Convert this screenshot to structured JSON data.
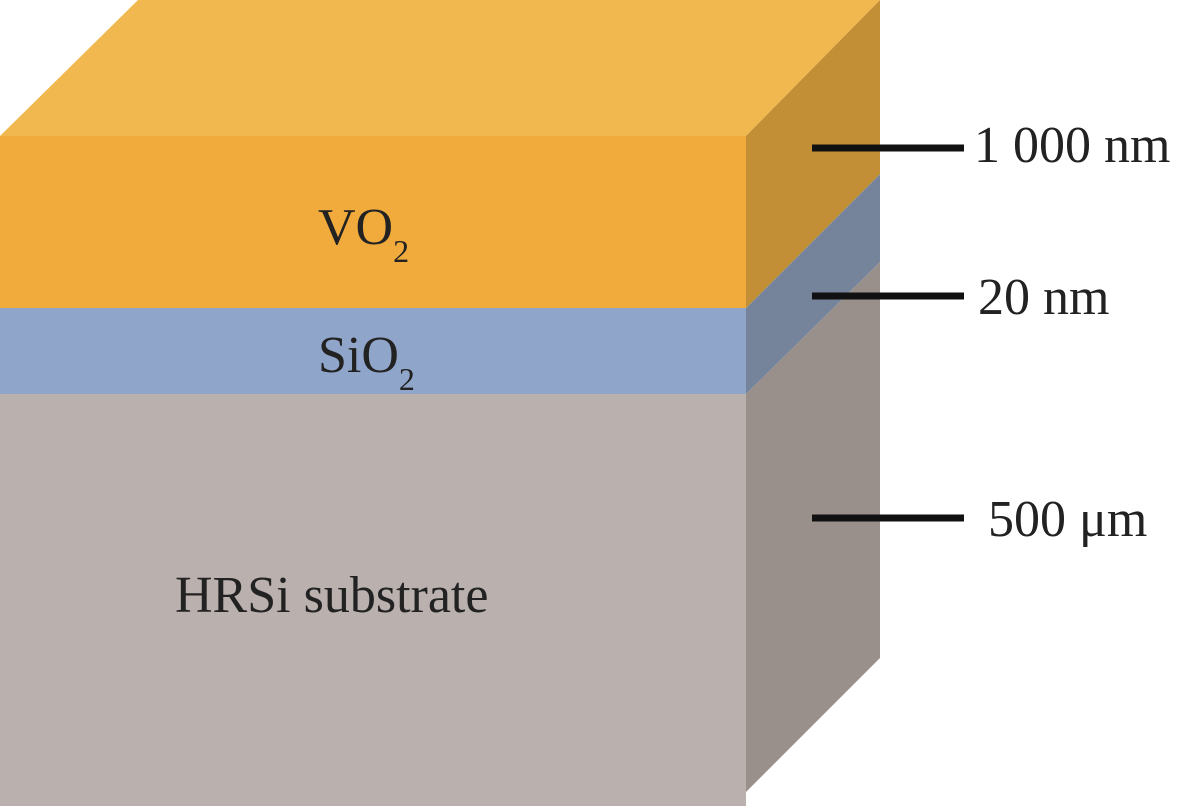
{
  "layers": [
    {
      "id": "vo2",
      "name_main": "VO",
      "name_sub": "2",
      "thickness": "1 000 nm",
      "colors": {
        "front": "#F0AB3C",
        "top": "#F0B84F",
        "side": "#C28E36"
      }
    },
    {
      "id": "sio2",
      "name_main": "SiO",
      "name_sub": "2",
      "thickness": "20 nm",
      "colors": {
        "front": "#8FA5C9",
        "side": "#75849B"
      }
    },
    {
      "id": "hrsi",
      "name_main": "HRSi substrate",
      "name_sub": "",
      "thickness": "500 μm",
      "colors": {
        "front": "#BAB1AE",
        "side": "#998F8B"
      }
    }
  ],
  "leader_color": "#111111"
}
